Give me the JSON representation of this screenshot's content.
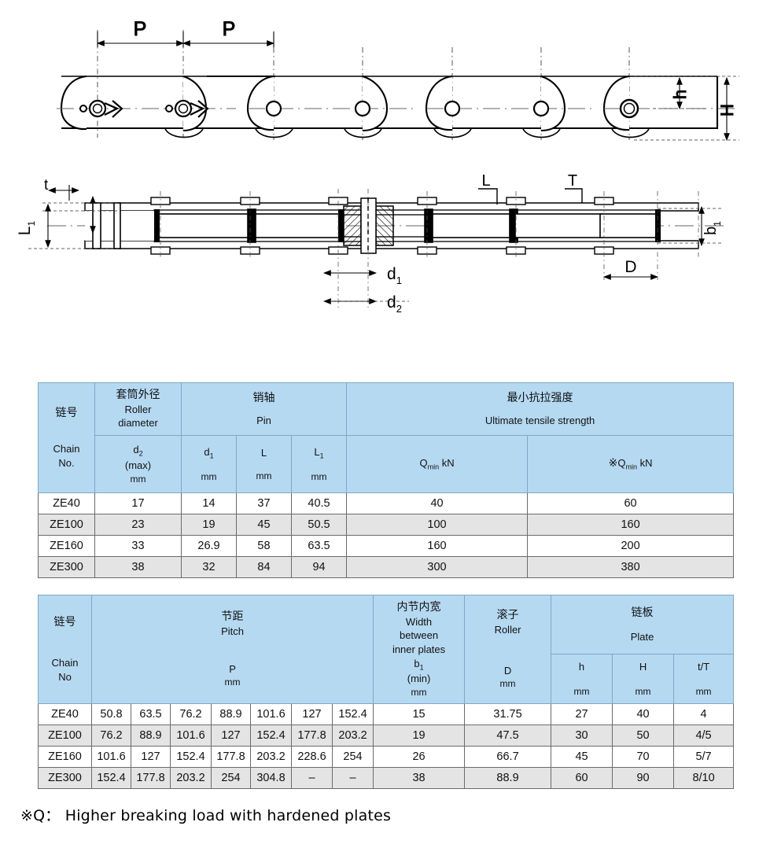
{
  "drawing": {
    "top_view": {
      "pitch_labels": [
        "P",
        "P"
      ],
      "height_labels": [
        "h",
        "H"
      ]
    },
    "section_view": {
      "labels": [
        "t",
        "L",
        "T",
        "L₁",
        "b₁",
        "d₁",
        "d₂",
        "D"
      ],
      "t": "t",
      "L": "L",
      "T": "T",
      "L1": "L",
      "L1_sub": "1",
      "b1": "b",
      "b1_sub": "1",
      "d1": "d",
      "d1_sub": "1",
      "d2": "d",
      "d2_sub": "2",
      "D": "D"
    }
  },
  "table1": {
    "headers": {
      "chain_no": {
        "cn": "链号",
        "en_line1": "Chain",
        "en_line2": "No."
      },
      "roller_diameter": {
        "cn": "套筒外径",
        "en_line1": "Roller",
        "en_line2": "diameter",
        "symbol": "d",
        "symbol_sub": "2",
        "qualifier": "(max)",
        "unit": "mm"
      },
      "pin": {
        "cn": "销轴",
        "en": "Pin"
      },
      "pin_d1": {
        "symbol": "d",
        "symbol_sub": "1",
        "unit": "mm"
      },
      "pin_L": {
        "symbol": "L",
        "symbol_sub": "",
        "unit": "mm"
      },
      "pin_L1": {
        "symbol": "L",
        "symbol_sub": "1",
        "unit": "mm"
      },
      "tensile": {
        "cn": "最小抗拉强度",
        "en": "Ultimate  tensile strength"
      },
      "q_min": {
        "pre": "",
        "symbol": "Q",
        "symbol_sub": "min",
        "unit": "kN"
      },
      "q_min_star": {
        "pre": "※",
        "symbol": "Q",
        "symbol_sub": "min",
        "unit": "kN"
      }
    },
    "rows": [
      {
        "chain_no": "ZE40",
        "d2": "17",
        "d1": "14",
        "L": "37",
        "L1": "40.5",
        "q": "40",
        "q_star": "60"
      },
      {
        "chain_no": "ZE100",
        "d2": "23",
        "d1": "19",
        "L": "45",
        "L1": "50.5",
        "q": "100",
        "q_star": "160"
      },
      {
        "chain_no": "ZE160",
        "d2": "33",
        "d1": "26.9",
        "L": "58",
        "L1": "63.5",
        "q": "160",
        "q_star": "200"
      },
      {
        "chain_no": "ZE300",
        "d2": "38",
        "d1": "32",
        "L": "84",
        "L1": "94",
        "q": "300",
        "q_star": "380"
      }
    ]
  },
  "table2": {
    "headers": {
      "chain_no": {
        "cn": "链号",
        "en_line1": "Chain",
        "en_line2": "No"
      },
      "pitch": {
        "cn": "节距",
        "en": "Pitch",
        "symbol": "P",
        "unit": "mm"
      },
      "width_inner": {
        "cn": "内节内宽",
        "en_line1": "Width",
        "en_line2": "between",
        "en_line3": "inner plates",
        "symbol": "b",
        "symbol_sub": "1",
        "qualifier": "(min)",
        "unit": "mm"
      },
      "roller": {
        "cn": "滚子",
        "en": "Roller",
        "symbol": "D",
        "unit": "mm"
      },
      "plate": {
        "cn": "链板",
        "en": "Plate"
      },
      "plate_h": {
        "symbol": "h",
        "unit": "mm"
      },
      "plate_H": {
        "symbol": "H",
        "unit": "mm"
      },
      "plate_tT": {
        "symbol": "t/T",
        "unit": "mm"
      }
    },
    "rows": [
      {
        "chain_no": "ZE40",
        "pitch": [
          "50.8",
          "63.5",
          "76.2",
          "88.9",
          "101.6",
          "127",
          "152.4"
        ],
        "b1": "15",
        "D": "31.75",
        "h": "27",
        "H": "40",
        "tT": "4"
      },
      {
        "chain_no": "ZE100",
        "pitch": [
          "76.2",
          "88.9",
          "101.6",
          "127",
          "152.4",
          "177.8",
          "203.2"
        ],
        "b1": "19",
        "D": "47.5",
        "h": "30",
        "H": "50",
        "tT": "4/5"
      },
      {
        "chain_no": "ZE160",
        "pitch": [
          "101.6",
          "127",
          "152.4",
          "177.8",
          "203.2",
          "228.6",
          "254"
        ],
        "b1": "26",
        "D": "66.7",
        "h": "45",
        "H": "70",
        "tT": "5/7"
      },
      {
        "chain_no": "ZE300",
        "pitch": [
          "152.4",
          "177.8",
          "203.2",
          "254",
          "304.8",
          "–",
          "–"
        ],
        "b1": "38",
        "D": "88.9",
        "h": "60",
        "H": "90",
        "tT": "8/10"
      }
    ]
  },
  "footnote": {
    "text": "※Q： Higher breaking load with hardened plates"
  },
  "colors": {
    "header_fill": "#b6d9f2",
    "alt_row_fill": "#e4e4e4",
    "table_border": "#6b6b6b",
    "outer_border": "#5f7d95",
    "ink": "#000000"
  }
}
